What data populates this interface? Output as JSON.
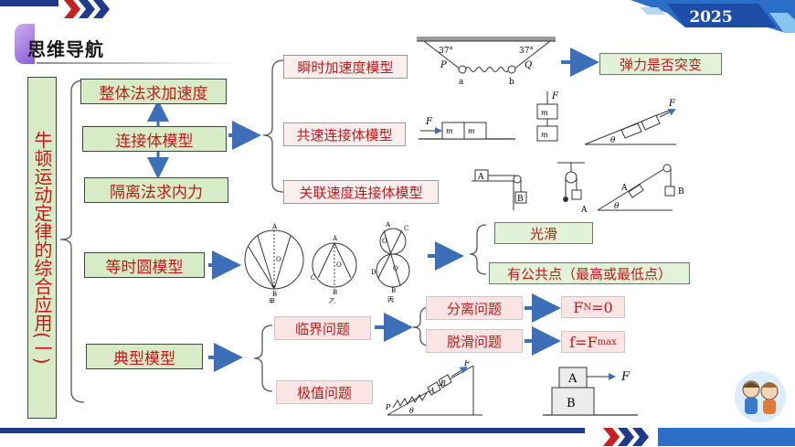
{
  "header": {
    "title": "思维导航",
    "year": "2025"
  },
  "main_topic": "牛顿运动定律的综合应用(一)",
  "categories": {
    "connected_body": {
      "label": "连接体模型",
      "whole_method": "整体法求加速度",
      "isolation_method": "隔离法求内力",
      "sub_models": [
        {
          "label": "瞬时加速度模型",
          "result": "弹力是否突变"
        },
        {
          "label": "共速连接体模型"
        },
        {
          "label": "关联速度连接体模型"
        }
      ]
    },
    "equal_time_circle": {
      "label": "等时圆模型",
      "conditions": [
        "光滑",
        "有公共点（最高或最低点）"
      ],
      "figure_labels": [
        "甲",
        "乙",
        "丙"
      ]
    },
    "typical": {
      "label": "典型模型",
      "critical": {
        "label": "临界问题",
        "items": [
          {
            "label": "分离问题",
            "formula_main": "F",
            "formula_sub": "N",
            "formula_rest": "=0"
          },
          {
            "label": "脱滑问题",
            "formula_main": "f=F",
            "formula_sub": "max",
            "formula_rest": ""
          }
        ]
      },
      "extreme": {
        "label": "极值问题"
      }
    }
  },
  "figure_text": {
    "angle": "37°",
    "p": "P",
    "q": "Q",
    "a": "a",
    "b": "b",
    "f": "F",
    "m1": "m",
    "m2": "m",
    "sub1": "1",
    "sub2": "2",
    "theta": "θ",
    "A": "A",
    "B": "B",
    "C": "C",
    "D": "D",
    "O": "O",
    "o1": "O",
    "o2": "O"
  },
  "colors": {
    "accent_red": "#c21818",
    "box_green": "#d7ecc6",
    "arrow_blue": "#3d6fb8",
    "bracket": "#555555"
  }
}
